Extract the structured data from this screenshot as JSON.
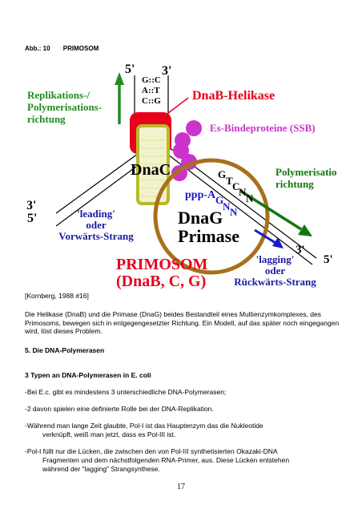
{
  "header": {
    "abb": "Abb.: 10",
    "title": "PRIMOSOM"
  },
  "figure": {
    "labels": {
      "five_top": "5'",
      "three_top": "3'",
      "pair1": "G::C",
      "pair2": "A::T",
      "pair3": "C::G",
      "repl_line1": "Replikations-/",
      "repl_line2": "Polymerisations-",
      "repl_line3": "richtung",
      "dnab": "DnaB-Helikase",
      "ssb": "Es-Bindeproteine (SSB)",
      "dnac": "DnaC",
      "pol_line1": "Polymerisatio",
      "pol_line2": "richtung",
      "ppp": "ppp-A",
      "g1": "G",
      "t1": "T",
      "c1": "C",
      "n1": "N",
      "n2": "N",
      "g2": "G",
      "n3": "N",
      "n4": "N",
      "three_left": "3'",
      "five_left": "5'",
      "leading1": "'leading'",
      "leading2": "oder",
      "leading3": "Vorwärts-Strang",
      "dnag1": "DnaG",
      "dnag2": "Primase",
      "three_right": "3'",
      "five_right": "5'",
      "lagging1": "'lagging'",
      "lagging2": "oder",
      "lagging3": "Rückwärts-Strang",
      "prim1": "PRIMOSOM",
      "prim2": "(DnaB, C, G)"
    }
  },
  "source": "[Kornberg, 1988 #16]",
  "paragraphs": {
    "p1": "Die Helikase (DnaB) und die Primase (DnaG) beides Bestandteil eines Multienzymkomplexes, des Primosoms, bewegen sich in entgegengesetzter Richtung. Ein Modell, auf das später noch eingegangen wird, löst dieses Problem.",
    "h1": "5. Die DNA-Polymerasen",
    "h2": "3 Typen an DNA-Polymerasen in E. coli",
    "b1": "-Bei E.c. gibt es mindestens 3 unterschiedliche DNA-Polymerasen;",
    "b2": "-2 davon spielen eine definierte Rolle bei der DNA-Replikation.",
    "b3a": "-Während man lange Zeit glaubte, Pol-I ist das Hauptenzym das die Nukleotide",
    "b3b": "verknüpft, weiß man jetzt, dass es Pol-III ist.",
    "b4a": "-Pol-I füllt nur die Lücken, die zwischen den von Pol-III synthetisierten Okazaki-DNA",
    "b4b": "Fragmenten und dem nächstfolgenden RNA-Primer, aus. Diese Lücken entstehen",
    "b4c": "während der \"lagging\" Strangsynthese."
  },
  "page_number": "17",
  "colors": {
    "green": "#228b22",
    "red": "#e8001c",
    "purple": "#cc33cc",
    "olive": "#b8ba2a",
    "gold": "#c9a04a",
    "brown": "#a7701c",
    "blue": "#1a1acc",
    "navy": "#1a1aa0"
  }
}
